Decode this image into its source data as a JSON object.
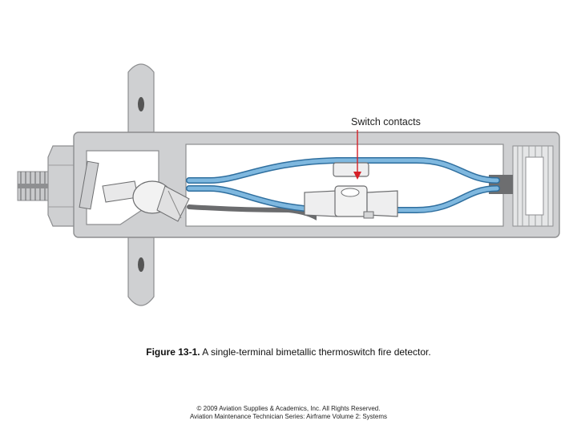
{
  "diagram": {
    "callout_label": "Switch contacts",
    "colors": {
      "housing": "#cfd0d2",
      "housing_edge": "#8d8e90",
      "inner_chamber": "#ffffff",
      "strut": "#7fb8df",
      "strut_edge": "#2f6f9f",
      "wire": "#6b6c6e",
      "arrow": "#d62027"
    }
  },
  "caption": {
    "figure_number": "Figure 13-1.",
    "text": "A single-terminal bimetallic thermoswitch fire detector."
  },
  "footer": {
    "copyright": "© 2009 Aviation Supplies & Academics, Inc. All Rights Reserved.",
    "series": "Aviation Maintenance Technician Series: Airframe Volume 2: Systems"
  }
}
